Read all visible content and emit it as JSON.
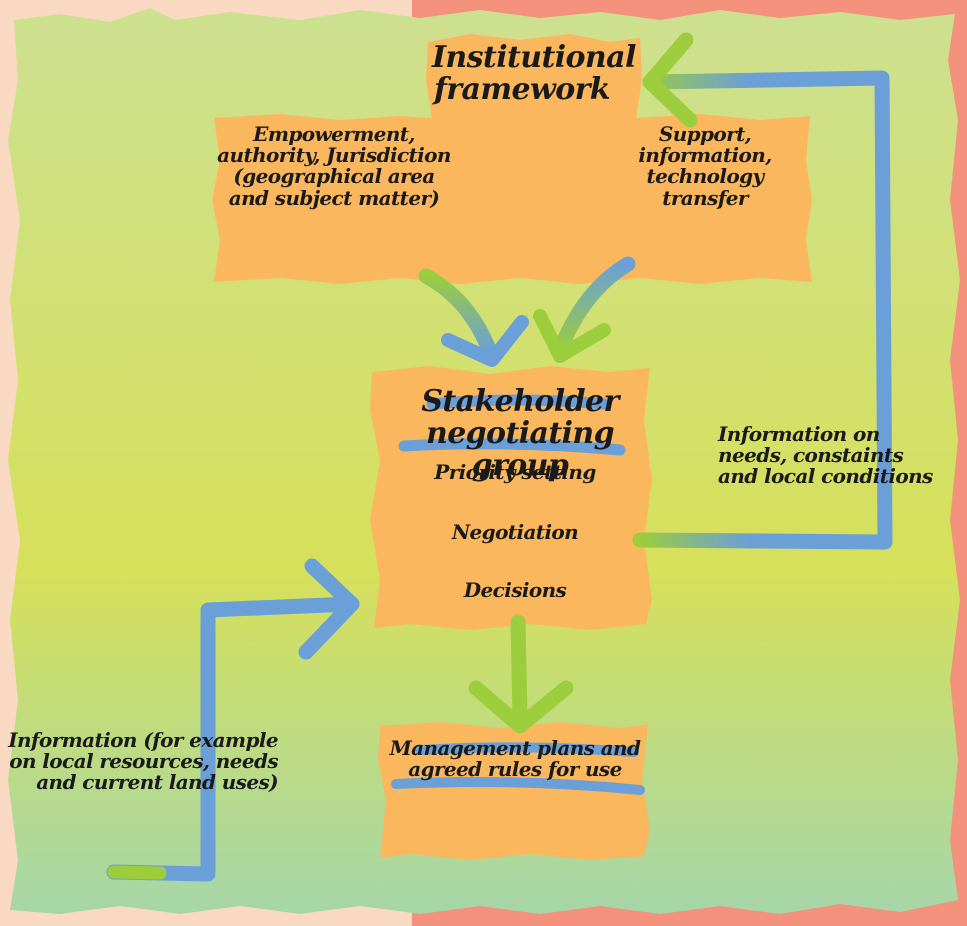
{
  "institutional": {
    "title": "Institutional framework"
  },
  "left_flow": {
    "text": "Empowerment, authority, Jurisdiction (geographical area and subject matter)"
  },
  "right_flow": {
    "text": "Support, information, technology transfer"
  },
  "stakeholder": {
    "title": "Stakeholder negotiating group",
    "items": [
      "Priority setting",
      "Negotiation",
      "Decisions"
    ]
  },
  "feedback_label": {
    "text": "Information on needs, constaints and local conditions"
  },
  "info_label": {
    "text": "Information (for example on local resources, needs and current land uses)"
  },
  "management": {
    "text": "Management plans and agreed rules for use"
  },
  "colors": {
    "left_background": "#f9d9c2",
    "right_background": "#f3917c",
    "panel_top": "#cde090",
    "panel_middle": "#d6e05a",
    "panel_bottom": "#a6d6a8",
    "box_orange": "#fbb75e",
    "arrow_blue": "#6a9fd8",
    "arrow_green": "#9bcd3c"
  }
}
